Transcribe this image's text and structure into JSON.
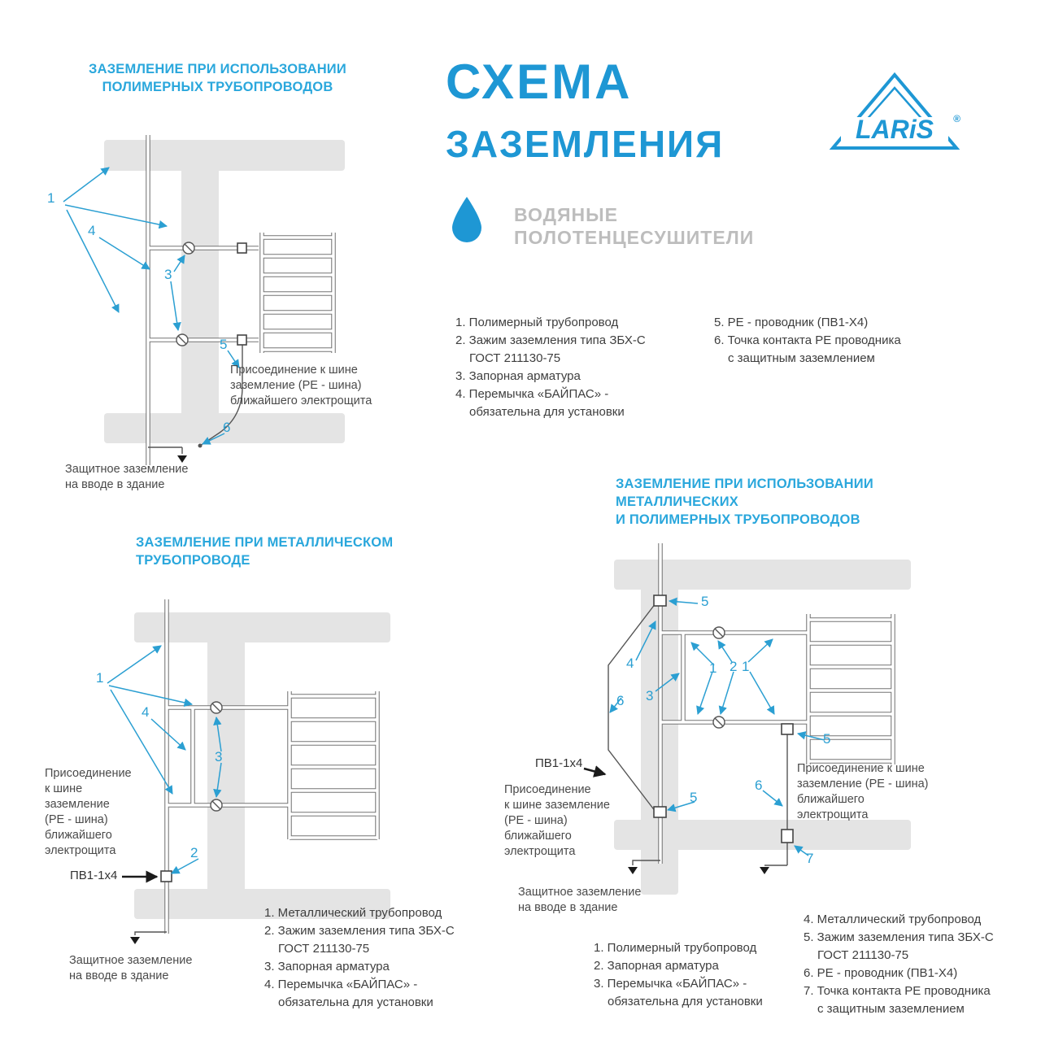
{
  "header": {
    "title_line1": "СХЕМА",
    "title_line2": "ЗАЗЕМЛЕНИЯ",
    "product": "ВОДЯНЫЕ\nПОЛОТЕНЦЕСУШИТЕЛИ",
    "logo_text": "LARiS",
    "logo_reg": "®"
  },
  "colors": {
    "accent": "#1e97d4",
    "section": "#2aa7dc",
    "callout": "#2b9fd2",
    "wall": "#e4e4e4"
  },
  "legend_main": {
    "left": [
      "1. Полимерный трубопровод",
      "2. Зажим заземления типа ЗБХ-С",
      "ГОСТ 211130-75",
      "3. Запорная арматура",
      "4. Перемычка «БАЙПАС» -",
      "обязательна для установки"
    ],
    "right": [
      "5. PE - проводник (ПВ1-Х4)",
      "6. Точка контакта PE проводника",
      "с защитным заземлением"
    ]
  },
  "diagram_polymer": {
    "title": "ЗАЗЕМЛЕНИЕ ПРИ ИСПОЛЬЗОВАНИИ\nПОЛИМЕРНЫХ ТРУБОПРОВОДОВ",
    "callouts": {
      "c1": "1",
      "c3": "3",
      "c4": "4",
      "c5": "5",
      "c6": "6"
    },
    "bus_note": "Присоединение к шине\nзаземление (PE - шина)\nближайшего электрощита",
    "ground_note": "Защитное заземление\nна вводе в здание"
  },
  "diagram_metal": {
    "title": "ЗАЗЕМЛЕНИЕ ПРИ МЕТАЛЛИЧЕСКОМ\nТРУБОПРОВОДЕ",
    "callouts": {
      "c1": "1",
      "c2": "2",
      "c3": "3",
      "c4": "4"
    },
    "wire_label": "ПВ1-1х4",
    "bus_note": "Присоединение\nк шине\nзаземление\n(PE - шина)\nближайшего\nэлектрощита",
    "ground_note": "Защитное заземление\nна вводе в здание",
    "legend": [
      "1. Металлический трубопровод",
      "2. Зажим заземления типа ЗБХ-С",
      "ГОСТ 211130-75",
      "3. Запорная арматура",
      "4. Перемычка «БАЙПАС» -",
      "обязательна для установки"
    ]
  },
  "diagram_combined": {
    "title": "ЗАЗЕМЛЕНИЕ ПРИ ИСПОЛЬЗОВАНИИ\nМЕТАЛЛИЧЕСКИХ\nИ ПОЛИМЕРНЫХ ТРУБОПРОВОДОВ",
    "callouts": {
      "c5a": "5",
      "c4": "4",
      "c1a": "1",
      "c2": "2",
      "c1b": "1",
      "c3": "3",
      "c6a": "6",
      "c5b": "5",
      "c5c": "5",
      "c6b": "6",
      "c7": "7"
    },
    "wire_label": "ПВ1-1x4",
    "bus_note_left": "Присоединение\nк шине заземление\n(PE - шина)\nближайшего\nэлектрощита",
    "bus_note_right": "Присоединение к шине\nзаземление (PE - шина)\nближайшего\nэлектрощита",
    "ground_note": "Защитное заземление\nна вводе в здание",
    "legend_left": [
      "1. Полимерный трубопровод",
      "2. Запорная арматура",
      "3. Перемычка «БАЙПАС» -",
      "обязательна для установки"
    ],
    "legend_right": [
      "4. Металлический трубопровод",
      "5. Зажим заземления типа ЗБХ-С",
      "ГОСТ 211130-75",
      "6. PE - проводник (ПВ1-Х4)",
      "7. Точка контакта PE проводника",
      "с защитным заземлением"
    ]
  }
}
